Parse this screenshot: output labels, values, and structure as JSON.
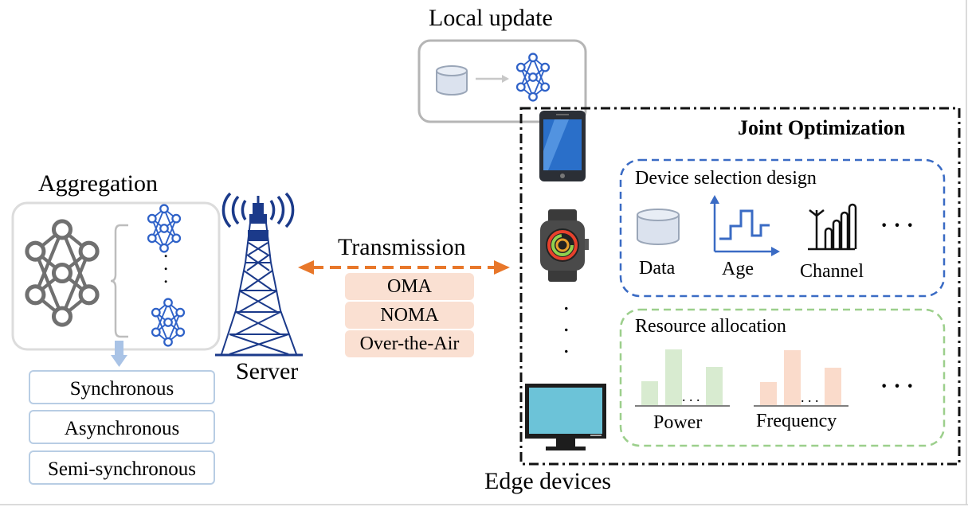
{
  "local_update": {
    "title": "Local update"
  },
  "aggregation": {
    "title": "Aggregation",
    "dots": ".",
    "modes": [
      "Synchronous",
      "Asynchronous",
      "Semi-synchronous"
    ]
  },
  "server": {
    "label": "Server"
  },
  "transmission": {
    "title": "Transmission",
    "schemes": [
      "OMA",
      "NOMA",
      "Over-the-Air"
    ]
  },
  "edge": {
    "label": "Edge devices",
    "dots": "."
  },
  "joint": {
    "title": "Joint Optimization",
    "device_selection": {
      "title": "Device selection design",
      "items": [
        "Data",
        "Age",
        "Channel"
      ],
      "more": "· · ·"
    },
    "resource": {
      "title": "Resource allocation",
      "items": [
        "Power",
        "Frequency"
      ],
      "more": "· · ·",
      "bar_dots": ". . ."
    }
  },
  "colors": {
    "nn_blue": "#2f62c8",
    "nn_gray": "#707070",
    "tower_blue": "#1b3a8a",
    "arrow_orange": "#e8772a",
    "pill_fill": "#fae0d2",
    "green_bar": "#d8ebd0",
    "peach_bar": "#fadbcb",
    "dash_blue": "#3a6bc4",
    "dash_green": "#9ccf8c"
  }
}
